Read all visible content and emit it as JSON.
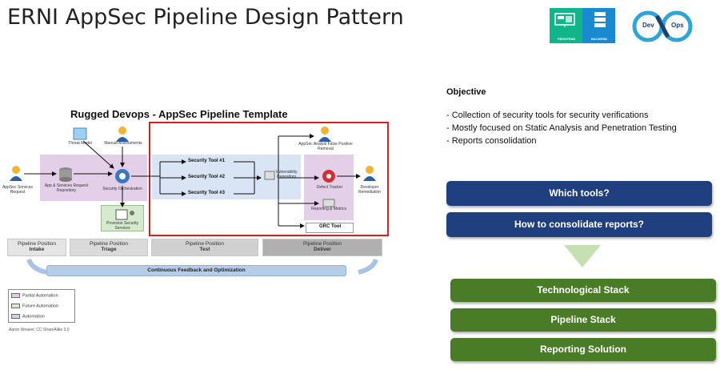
{
  "slide": {
    "title": "ERNI AppSec Pipeline Design Pattern"
  },
  "logos": {
    "frontend_backend": {
      "frontend_label": "FRONTEND",
      "backend_label": "BACKEND"
    },
    "devops": {
      "dev_label": "Dev",
      "ops_label": "Ops"
    }
  },
  "pipeline_figure": {
    "title": "Rugged Devops - AppSec Pipeline Template",
    "nodes": {
      "services_request": "AppSec Services Request",
      "threat_model": "Threat Model",
      "manual_assessments": "Manual Assessments",
      "app_repository": "App & Services Request Repository",
      "security_orchestration": "Security Orchestration",
      "provision_services": "Provision Security Services",
      "tool1": "Security Tool #1",
      "tool2": "Security Tool #2",
      "tool3": "Security Tool #3",
      "vuln_repository": "Vulnerability Repository",
      "analyst": "AppSec Analyst False Positive Removal",
      "defect_tracker": "Defect Tracker",
      "reporting_metrics": "Reporting & Metrics",
      "grc_tool": "GRC Tool",
      "developer_remediation": "Developer Remediation"
    },
    "stages": [
      {
        "line1": "Pipeline Position",
        "line2": "Intake"
      },
      {
        "line1": "Pipeline Position",
        "line2": "Triage"
      },
      {
        "line1": "Pipeline Position",
        "line2": "Test"
      },
      {
        "line1": "Pipeline Position",
        "line2": "Deliver"
      }
    ],
    "feedback": "Continuous Feedback and Optimization",
    "legend": [
      {
        "label": "Partial Automation",
        "color": "#e3d0e8"
      },
      {
        "label": "Future Automation",
        "color": "#d6ead0"
      },
      {
        "label": "Automation",
        "color": "#c9d8ef"
      }
    ],
    "credit": "Aaron Weaver, CC ShareAlike 3.0",
    "highlight_color": "#e01b1b"
  },
  "objective": {
    "heading": "Objective",
    "items": [
      "- Collection of security tools for security verifications",
      "- Mostly focused on Static Analysis and Penetration Testing",
      "- Reports consolidation"
    ]
  },
  "questions": [
    "Which tools?",
    "How to consolidate reports?"
  ],
  "solutions": [
    "Technological Stack",
    "Pipeline  Stack",
    "Reporting Solution"
  ],
  "colors": {
    "question_blue": "#203f7f",
    "solution_green": "#4a7b26",
    "arrow_green": "#c6e0b4"
  }
}
